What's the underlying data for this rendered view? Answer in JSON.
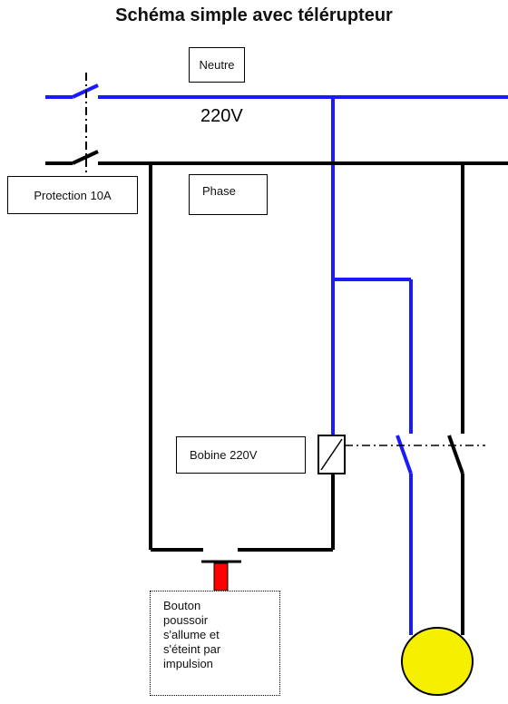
{
  "title": "Schéma simple avec télérupteur",
  "labels": {
    "neutre": "Neutre",
    "voltage": "220V",
    "phase": "Phase",
    "protection": "Protection 10A",
    "bobine": "Bobine 220V",
    "bouton": "Bouton\npoussoir\ns'allume et\ns'éteint par\nimpulsion"
  },
  "colors": {
    "neutral_wire": "#1a1aff",
    "phase_wire": "#000000",
    "button": "#ff0000",
    "lamp": "#f5f000"
  }
}
